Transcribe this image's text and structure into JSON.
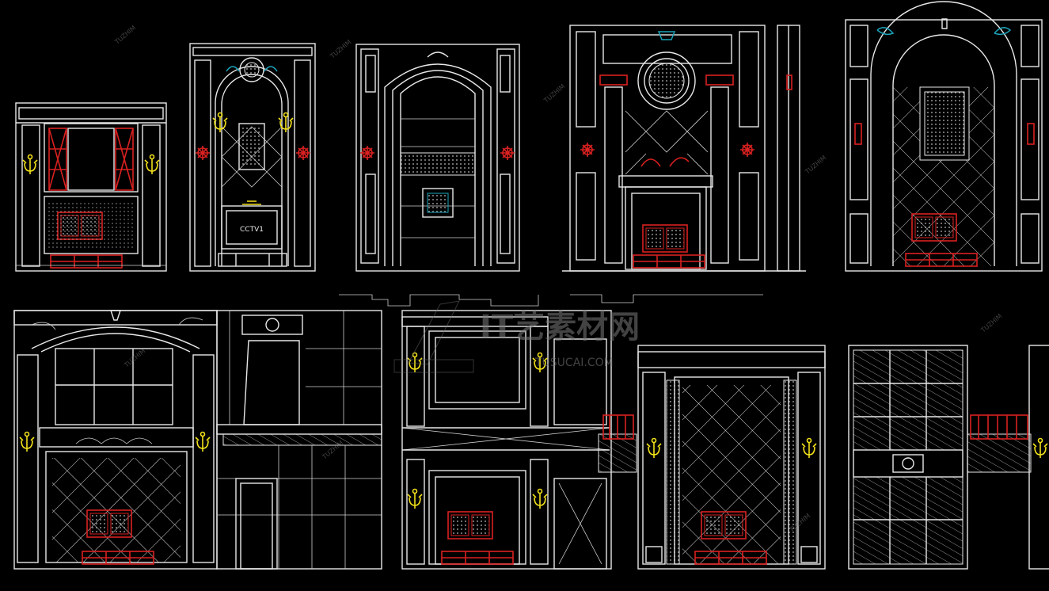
{
  "watermark": {
    "main": "IT艺素材网",
    "url": "TUSUCAI.COM",
    "small": "TUZHIM"
  },
  "tv_label": "CCTV1",
  "colors": {
    "background": "#000000",
    "lines": "#e8e8e8",
    "accent_red": "#d92020",
    "accent_yellow": "#f3e21a",
    "accent_cyan": "#1aa3b8"
  },
  "panels": [
    "elevation-1",
    "elevation-2",
    "elevation-3",
    "elevation-4",
    "elevation-5",
    "elevation-6",
    "elevation-7",
    "elevation-8",
    "elevation-9",
    "elevation-10"
  ]
}
